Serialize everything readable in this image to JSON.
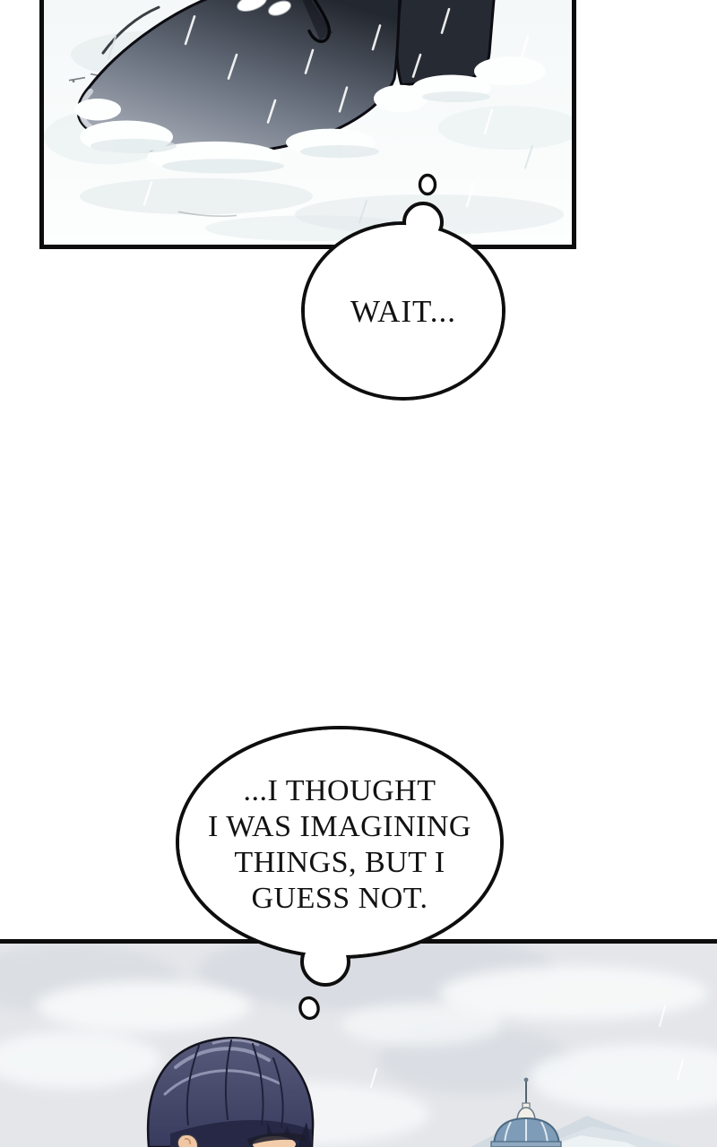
{
  "comic": {
    "bubbles": {
      "wait": {
        "type": "thought-bubble",
        "text": "WAIT..."
      },
      "thought": {
        "type": "thought-bubble",
        "lines": [
          "...I THOUGHT",
          "I WAS IMAGINING",
          "THINGS, BUT I",
          "GUESS NOT."
        ]
      }
    },
    "panels": {
      "top": {
        "content": "black dress shoe pressed into deep snow, motion lines, falling snow",
        "border_color": "#0d0d0d"
      },
      "bottom": {
        "content": "dark blue haired character seen from above, cloudy snow sky, distant blue domed tower and pale mountains",
        "border_color": "#0d0d0d"
      }
    },
    "colors": {
      "ink": "#0d0d0d",
      "page_background": "#ffffff",
      "snow_shadow": "#e4ecee",
      "shoe_dark": "#22262e",
      "shoe_light": "#a8aeb8",
      "sky": "#e4e6ea",
      "cloud": "#f6f8fa",
      "hair_base": "#5052742",
      "hair_dark": "#262845",
      "hair_highlight": "#9193b0",
      "skin": "#f0c6a4",
      "dome_blue": "#7e9cb8",
      "mountain": "#ccd7df"
    }
  }
}
